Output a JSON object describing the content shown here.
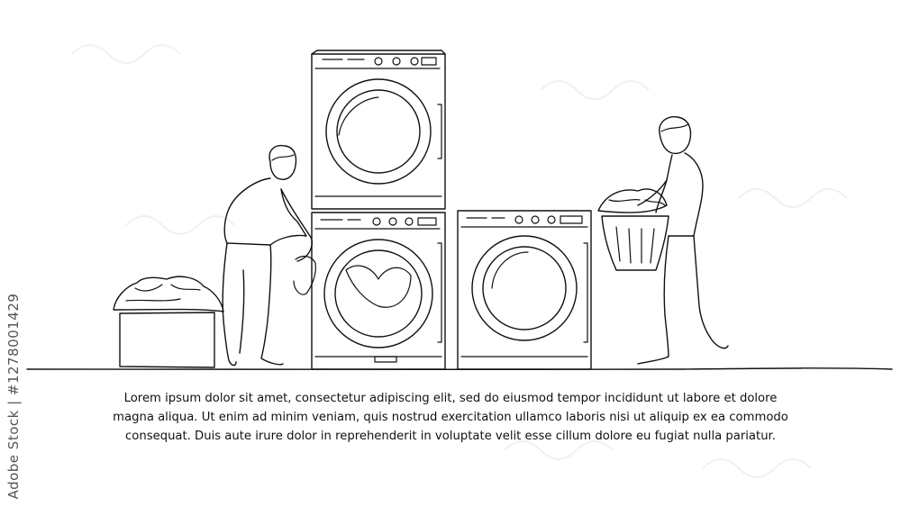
{
  "caption": {
    "line1": "Lorem ipsum dolor sit amet, consectetur adipiscing elit, sed do eiusmod tempor incididunt ut labore et dolore",
    "line2": "magna aliqua. Ut enim ad minim veniam, quis nostrud exercitation ullamco laboris nisi ut aliquip ex ea commodo",
    "line3": "consequat. Duis aute irure dolor in reprehenderit in voluptate velit esse cillum dolore eu fugiat nulla pariatur."
  },
  "stock": {
    "label": "Adobe Stock | #1278001429"
  },
  "colors": {
    "line": "#111111",
    "background": "#ffffff"
  }
}
